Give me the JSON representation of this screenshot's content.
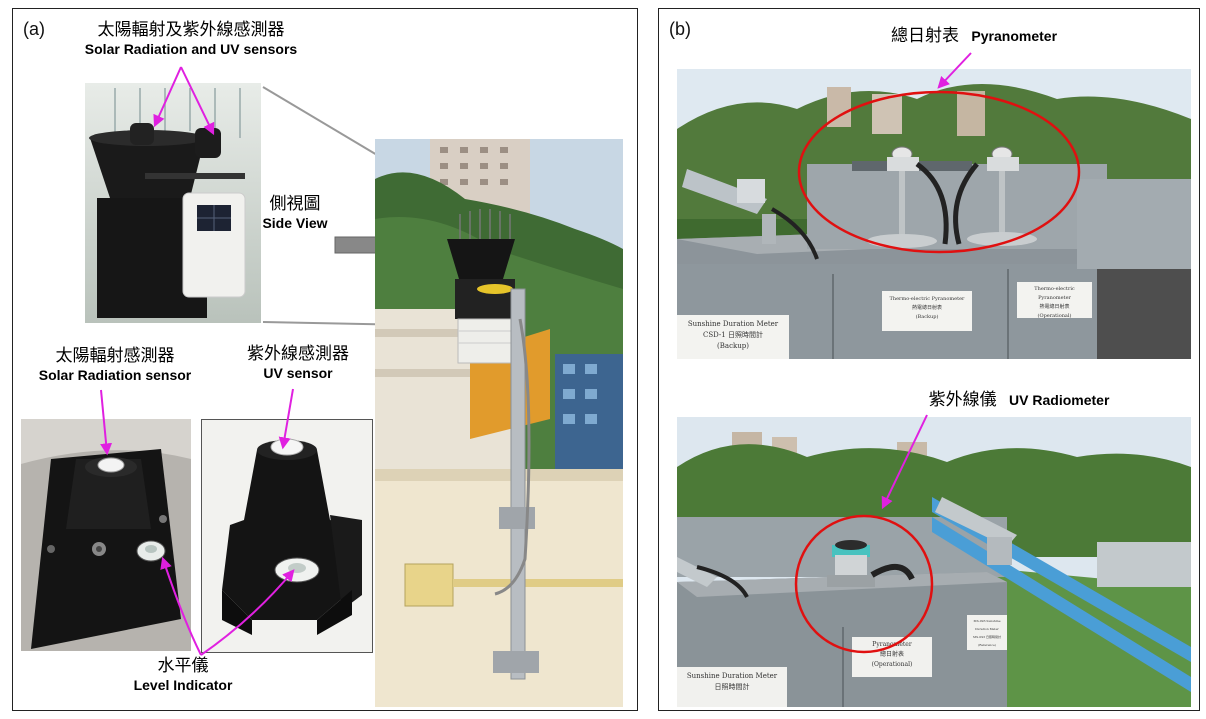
{
  "panel_a": {
    "label": "(a)",
    "top_caption": {
      "zh": "太陽輻射及紫外線感測器",
      "en": "Solar Radiation and UV sensors"
    },
    "side_view": {
      "zh": "側視圖",
      "en": "Side View"
    },
    "solar_caption": {
      "zh": "太陽輻射感測器",
      "en": "Solar Radiation sensor"
    },
    "uv_caption": {
      "zh": "紫外線感測器",
      "en": "UV sensor"
    },
    "level_caption": {
      "zh": "水平儀",
      "en": "Level Indicator"
    }
  },
  "panel_b": {
    "label": "(b)",
    "pyranometer_caption": {
      "zh": "總日射表",
      "en": "Pyranometer"
    },
    "uv_radiometer_caption": {
      "zh": "紫外線儀",
      "en": "UV Radiometer"
    },
    "top_photo_signs": [
      "Sunshine Duration Meter",
      "CSD-1 日照時間計",
      "(Backup)",
      "Thermo-electric Pyranometer",
      "熱電總日射表",
      "(Backup)",
      "Thermo-electric Pyranometer",
      "熱電總日射表",
      "(Operational)"
    ],
    "bottom_photo_signs": [
      "Sunshine Duration Meter",
      "日照時間計",
      "Pyranometer",
      "總日射表",
      "(Operational)",
      "MS-093 Sunshine Duration Meter",
      "MS-093 日照時間計",
      "(Reference)"
    ]
  },
  "colors": {
    "arrow": "#e020e0",
    "circle": "#e01010",
    "border": "#222222"
  }
}
